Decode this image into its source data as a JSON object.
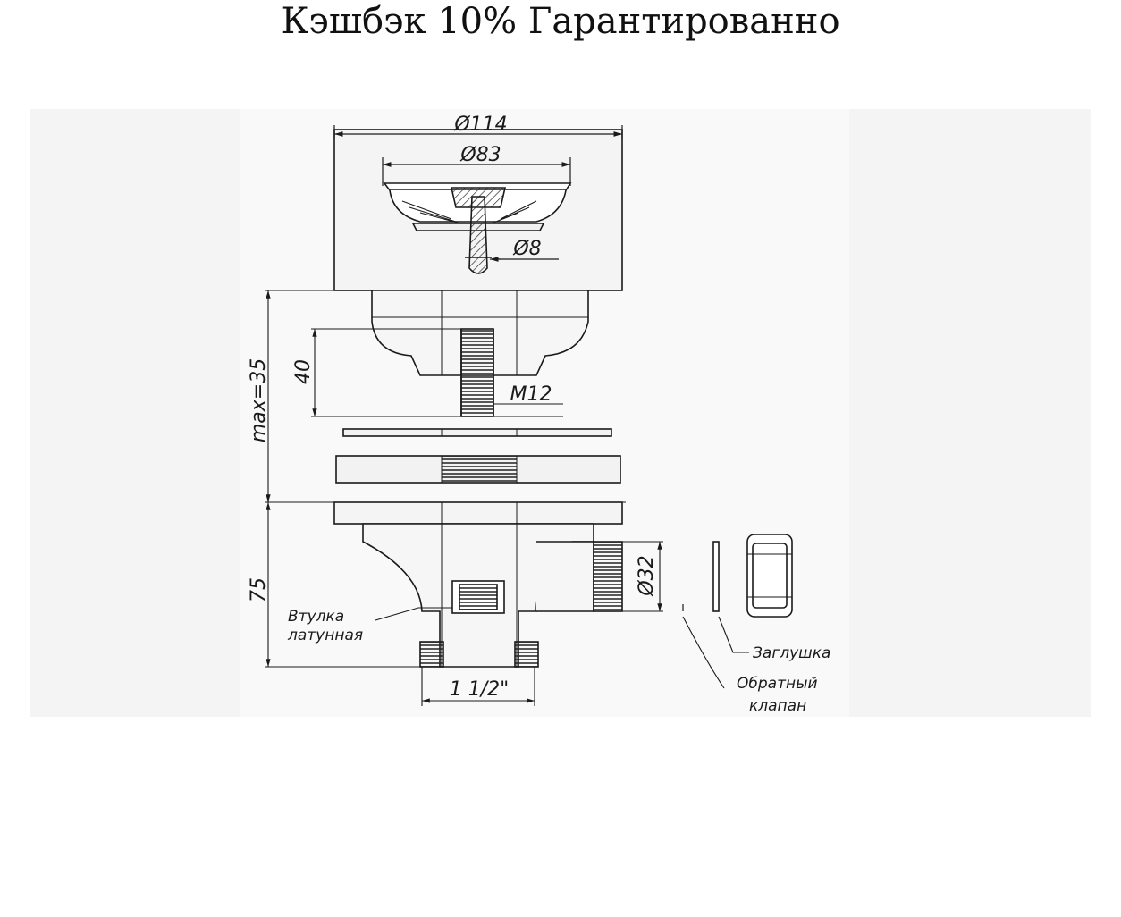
{
  "banner": {
    "text": "Кэшбэк 10% Гарантированно"
  },
  "drawing": {
    "dimensions": {
      "outer_diameter": "Ø114",
      "inner_diameter": "Ø83",
      "stem_diameter": "Ø8",
      "thread_length": "40",
      "thread_size": "M12",
      "max_height": "max=35",
      "body_height": "75",
      "outlet_diameter": "Ø32",
      "connection_size": "1 1/2\""
    },
    "labels": {
      "bushing_line1": "Втулка",
      "bushing_line2": "латунная",
      "plug": "Заглушка",
      "valve_line1": "Обратный",
      "valve_line2": "клапан"
    }
  }
}
